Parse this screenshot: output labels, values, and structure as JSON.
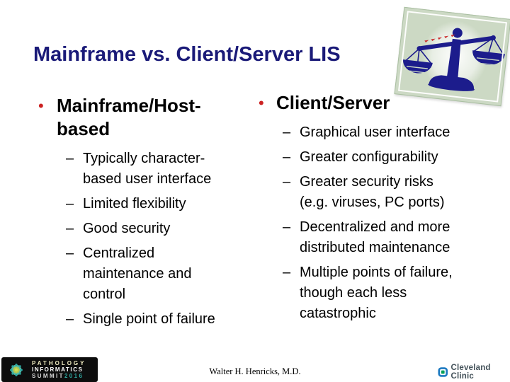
{
  "slide": {
    "title": "Mainframe vs. Client/Server LIS"
  },
  "bullets": {
    "level1_marker": "•",
    "level2_marker": "–"
  },
  "columns": {
    "left": {
      "heading": "Mainframe/Host-\nbased",
      "items": [
        "Typically character-\nbased user interface",
        "Limited flexibility",
        "Good security",
        "Centralized\nmaintenance and\ncontrol",
        "Single point of failure"
      ]
    },
    "right": {
      "heading": "Client/Server",
      "items": [
        "Graphical user interface",
        "Greater configurability",
        "Greater security risks\n(e.g. viruses, PC ports)",
        "Decentralized and more\ndistributed maintenance",
        "Multiple points of failure,\nthough each less\ncatastrophic"
      ]
    }
  },
  "artwork": {
    "balance_scale_icon": "balance-scale-clipart"
  },
  "footer": {
    "summit_logo": {
      "line1": "PATHOLOGY",
      "line2": "INFORMATICS",
      "line3_summit": "SUMMIT",
      "line3_year": "2016",
      "flower_icon": "starburst-flower-icon"
    },
    "author": "Walter H. Henricks, M.D.",
    "cleveland_clinic": {
      "name": "Cleveland Clinic",
      "logo_icon": "cleveland-clinic-square-icon"
    }
  },
  "colors": {
    "title_navy": "#1a1a78",
    "bullet_red": "#cc2222",
    "body_black": "#000000",
    "card_sage": "#ccd9c4",
    "scale_navy": "#1c1c8c",
    "triangle_red": "#cc3333",
    "summit_teal": "#2fa8a0",
    "cleveland_blue": "#1d7ac1",
    "cleveland_green": "#00a05a",
    "cleveland_gray": "#44525a"
  }
}
